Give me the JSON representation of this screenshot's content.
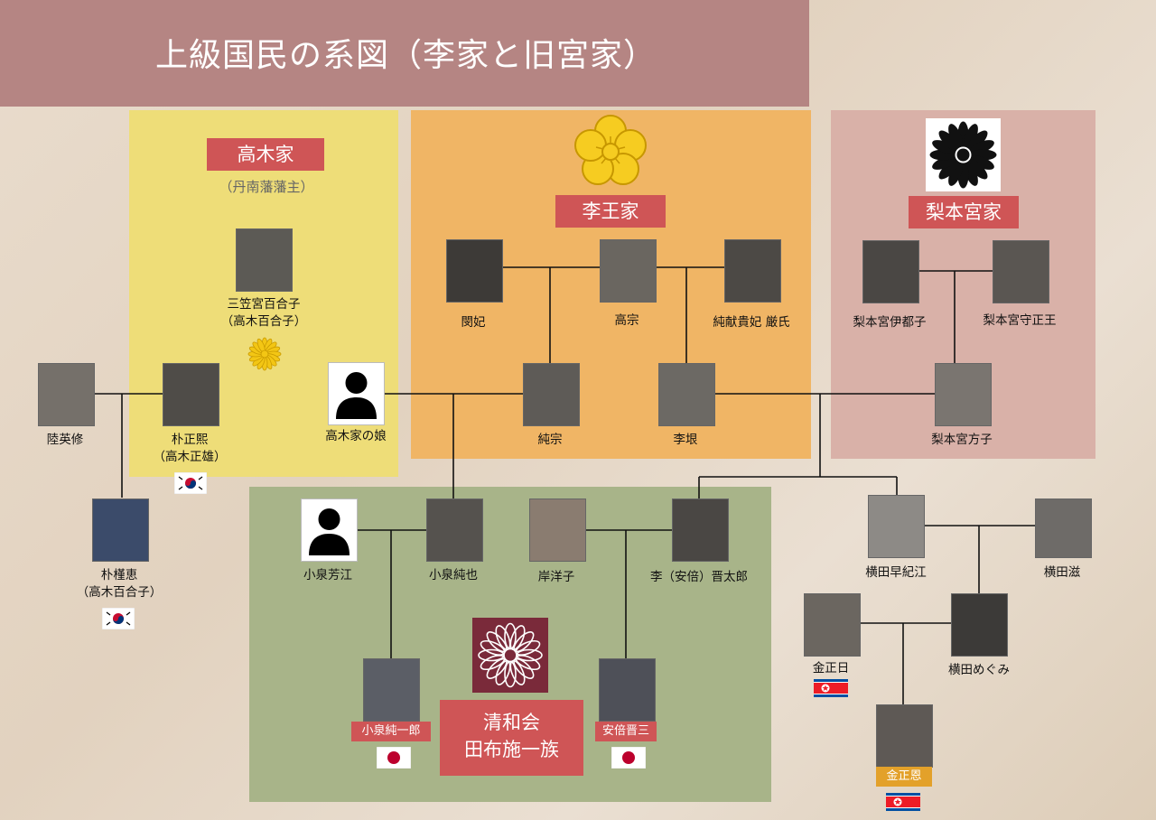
{
  "title": "上級国民の系図（李家と旧宮家）",
  "colors": {
    "title_bg": "#b58583",
    "takagi_bg": "#eedd78",
    "ri_bg": "#f0b565",
    "nashimoto_bg": "#d9b1a8",
    "seiwakai_bg": "#a8b489",
    "label_red": "#cf5556",
    "label_gold": "#e3a12a"
  },
  "families": {
    "takagi": {
      "label": "高木家",
      "sub": "（丹南藩藩主）"
    },
    "ri": {
      "label": "李王家"
    },
    "nashimoto": {
      "label": "梨本宮家"
    },
    "seiwakai": {
      "label_line1": "清和会",
      "label_line2": "田布施一族"
    }
  },
  "people": {
    "mikasa": {
      "name_line1": "三笠宮百合子",
      "name_line2": "（高木百合子）"
    },
    "minbi": {
      "name": "閔妃"
    },
    "kojong": {
      "name": "高宗"
    },
    "genshi": {
      "name": "純献貴妃 厳氏"
    },
    "itsuko": {
      "name": "梨本宮伊都子"
    },
    "morimasa": {
      "name": "梨本宮守正王"
    },
    "riku": {
      "name": "陸英修"
    },
    "park": {
      "name_line1": "朴正熙",
      "name_line2": "（高木正雄）"
    },
    "takagi_daughter": {
      "name": "高木家の娘"
    },
    "sunjong": {
      "name": "純宗"
    },
    "rigin": {
      "name": "李垠"
    },
    "masako": {
      "name": "梨本宮方子"
    },
    "geunhye": {
      "name_line1": "朴槿恵",
      "name_line2": "（高木百合子）"
    },
    "yoshie": {
      "name": "小泉芳江"
    },
    "junya": {
      "name": "小泉純也"
    },
    "yoko": {
      "name": "岸洋子"
    },
    "shintaro": {
      "name": "李（安倍）晋太郎"
    },
    "sakie": {
      "name": "横田早紀江"
    },
    "shigeru": {
      "name": "横田滋"
    },
    "kimjongil": {
      "name": "金正日"
    },
    "megumi": {
      "name": "横田めぐみ"
    },
    "junichiro": {
      "name": "小泉純一郎"
    },
    "abe": {
      "name": "安倍晋三"
    },
    "kimjongun": {
      "name": "金正恩"
    }
  },
  "icons": {
    "ri_crest": "plum-blossom-crest-icon",
    "nashimoto_crest": "chrysanthemum-crest-icon",
    "mikasa_crest": "chrysanthemum-crest-icon",
    "seiwakai_crest": "chrysanthemum-crest-icon",
    "silhouette": "person-silhouette-icon",
    "flag_kr": "south-korea-flag-icon",
    "flag_jp": "japan-flag-icon",
    "flag_kp": "north-korea-flag-icon"
  }
}
